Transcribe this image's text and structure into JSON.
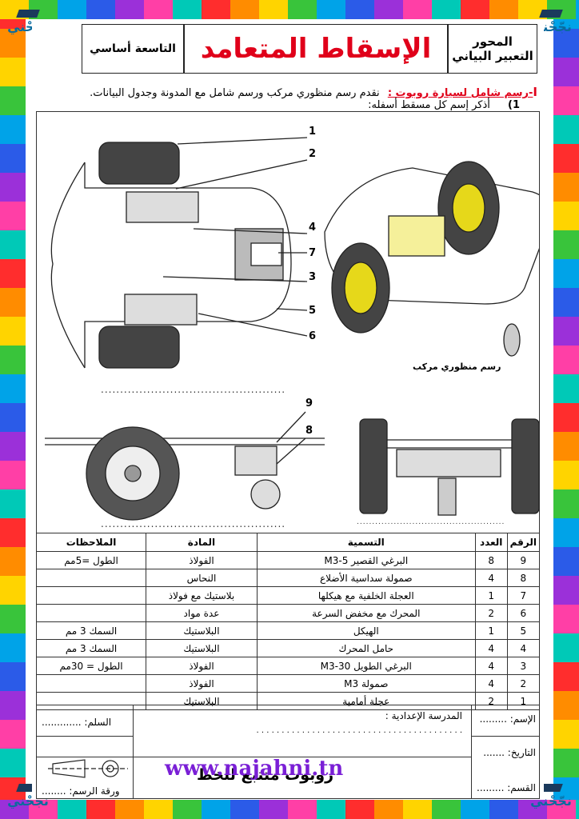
{
  "brand_logo": "نجّحْني",
  "header": {
    "level": "التاسعة أساسي",
    "title": "الإسقاط المتعامد",
    "axis_label": "المحور",
    "axis_value": "التعبير البياني"
  },
  "section": {
    "number": "I",
    "heading": "-رسم شامل لسيارة روبوت :",
    "intro": "نقدم رسم منظوري مركب ورسم شامل مع المدونة وجدول البيانات.",
    "q_num": "1)",
    "q_text": "أذكر إسم كل مسقط أسفله:"
  },
  "drawing": {
    "perspective_caption": "رسم منظوري مركب",
    "dots": "................................................",
    "callouts": [
      "1",
      "2",
      "3",
      "4",
      "5",
      "6",
      "7",
      "8",
      "9"
    ]
  },
  "table": {
    "headers": {
      "num": "الرقم",
      "qty": "العدد",
      "name": "التسمية",
      "material": "المادة",
      "notes": "الملاحظات"
    },
    "rows": [
      {
        "num": "9",
        "qty": "8",
        "name": "البرغي القصير M3-5",
        "material": "الفولاذ",
        "notes": "الطول =5مم"
      },
      {
        "num": "8",
        "qty": "4",
        "name": "صمولة سداسية الأضلاع",
        "material": "النحاس",
        "notes": ""
      },
      {
        "num": "7",
        "qty": "1",
        "name": "العجلة الخلفية مع هيكلها",
        "material": "بلاستيك مع فولاذ",
        "notes": ""
      },
      {
        "num": "6",
        "qty": "2",
        "name": "المحرك مع مخفض السرعة",
        "material": "عدة مواد",
        "notes": ""
      },
      {
        "num": "5",
        "qty": "1",
        "name": "الهيكل",
        "material": "البلاستيك",
        "notes": "السمك 3 مم"
      },
      {
        "num": "4",
        "qty": "4",
        "name": "حامل المحرك",
        "material": "البلاستيك",
        "notes": "السمك 3 مم"
      },
      {
        "num": "3",
        "qty": "4",
        "name": "البرغي الطويل M3-30",
        "material": "الفولاذ",
        "notes": "الطول = 30مم"
      },
      {
        "num": "2",
        "qty": "4",
        "name": "صمولة M3",
        "material": "الفولاذ",
        "notes": ""
      },
      {
        "num": "1",
        "qty": "2",
        "name": "عجلة أمامية",
        "material": "البلاستيك",
        "notes": ""
      }
    ]
  },
  "footer": {
    "name_label": "الإسم: .........",
    "date_label": "التاريخ: .......",
    "class_label": "القسم: .........",
    "school_label": "المدرسة الإعدادية :",
    "school_dots": ". . . . . . . . . . . . . . . . . . . . . . . . . . . . . . . . . . . . . . . . .",
    "scale_label": "السلم: .............",
    "paper_label": "ورقة الرسم: ........",
    "project_title": "روبوت متتبع للخط"
  },
  "url": "www.najahni.tn",
  "colors": {
    "title": "#e0001a",
    "url": "#7a1fd6",
    "brand": "#0a6b9e"
  }
}
